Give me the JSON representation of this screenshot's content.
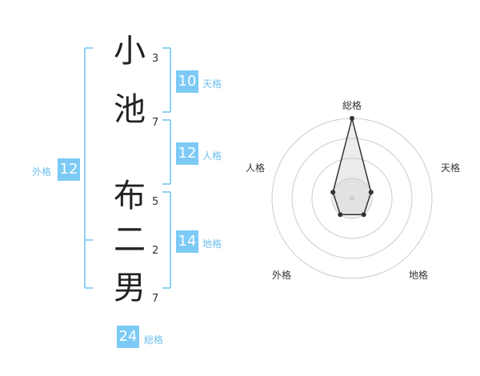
{
  "name": {
    "characters": [
      {
        "char": "小",
        "strokes": "3"
      },
      {
        "char": "池",
        "strokes": "7"
      },
      {
        "char": "布",
        "strokes": "5"
      },
      {
        "char": "二",
        "strokes": "2"
      },
      {
        "char": "男",
        "strokes": "7"
      }
    ]
  },
  "fortune": {
    "tenkaku": {
      "value": "10",
      "label": "天格"
    },
    "jinkaku": {
      "value": "12",
      "label": "人格"
    },
    "chikaku": {
      "value": "14",
      "label": "地格"
    },
    "gaikaku": {
      "value": "12",
      "label": "外格"
    },
    "soukaku": {
      "value": "24",
      "label": "総格"
    }
  },
  "colors": {
    "accent": "#7ccaf5",
    "bracket": "#8fd0f5",
    "text": "#222222"
  },
  "chart_data": {
    "type": "radar",
    "axes": [
      "総格",
      "天格",
      "地格",
      "外格",
      "人格"
    ],
    "values": [
      4,
      1,
      1,
      1,
      1
    ],
    "rmax": 4,
    "rings": 4
  }
}
